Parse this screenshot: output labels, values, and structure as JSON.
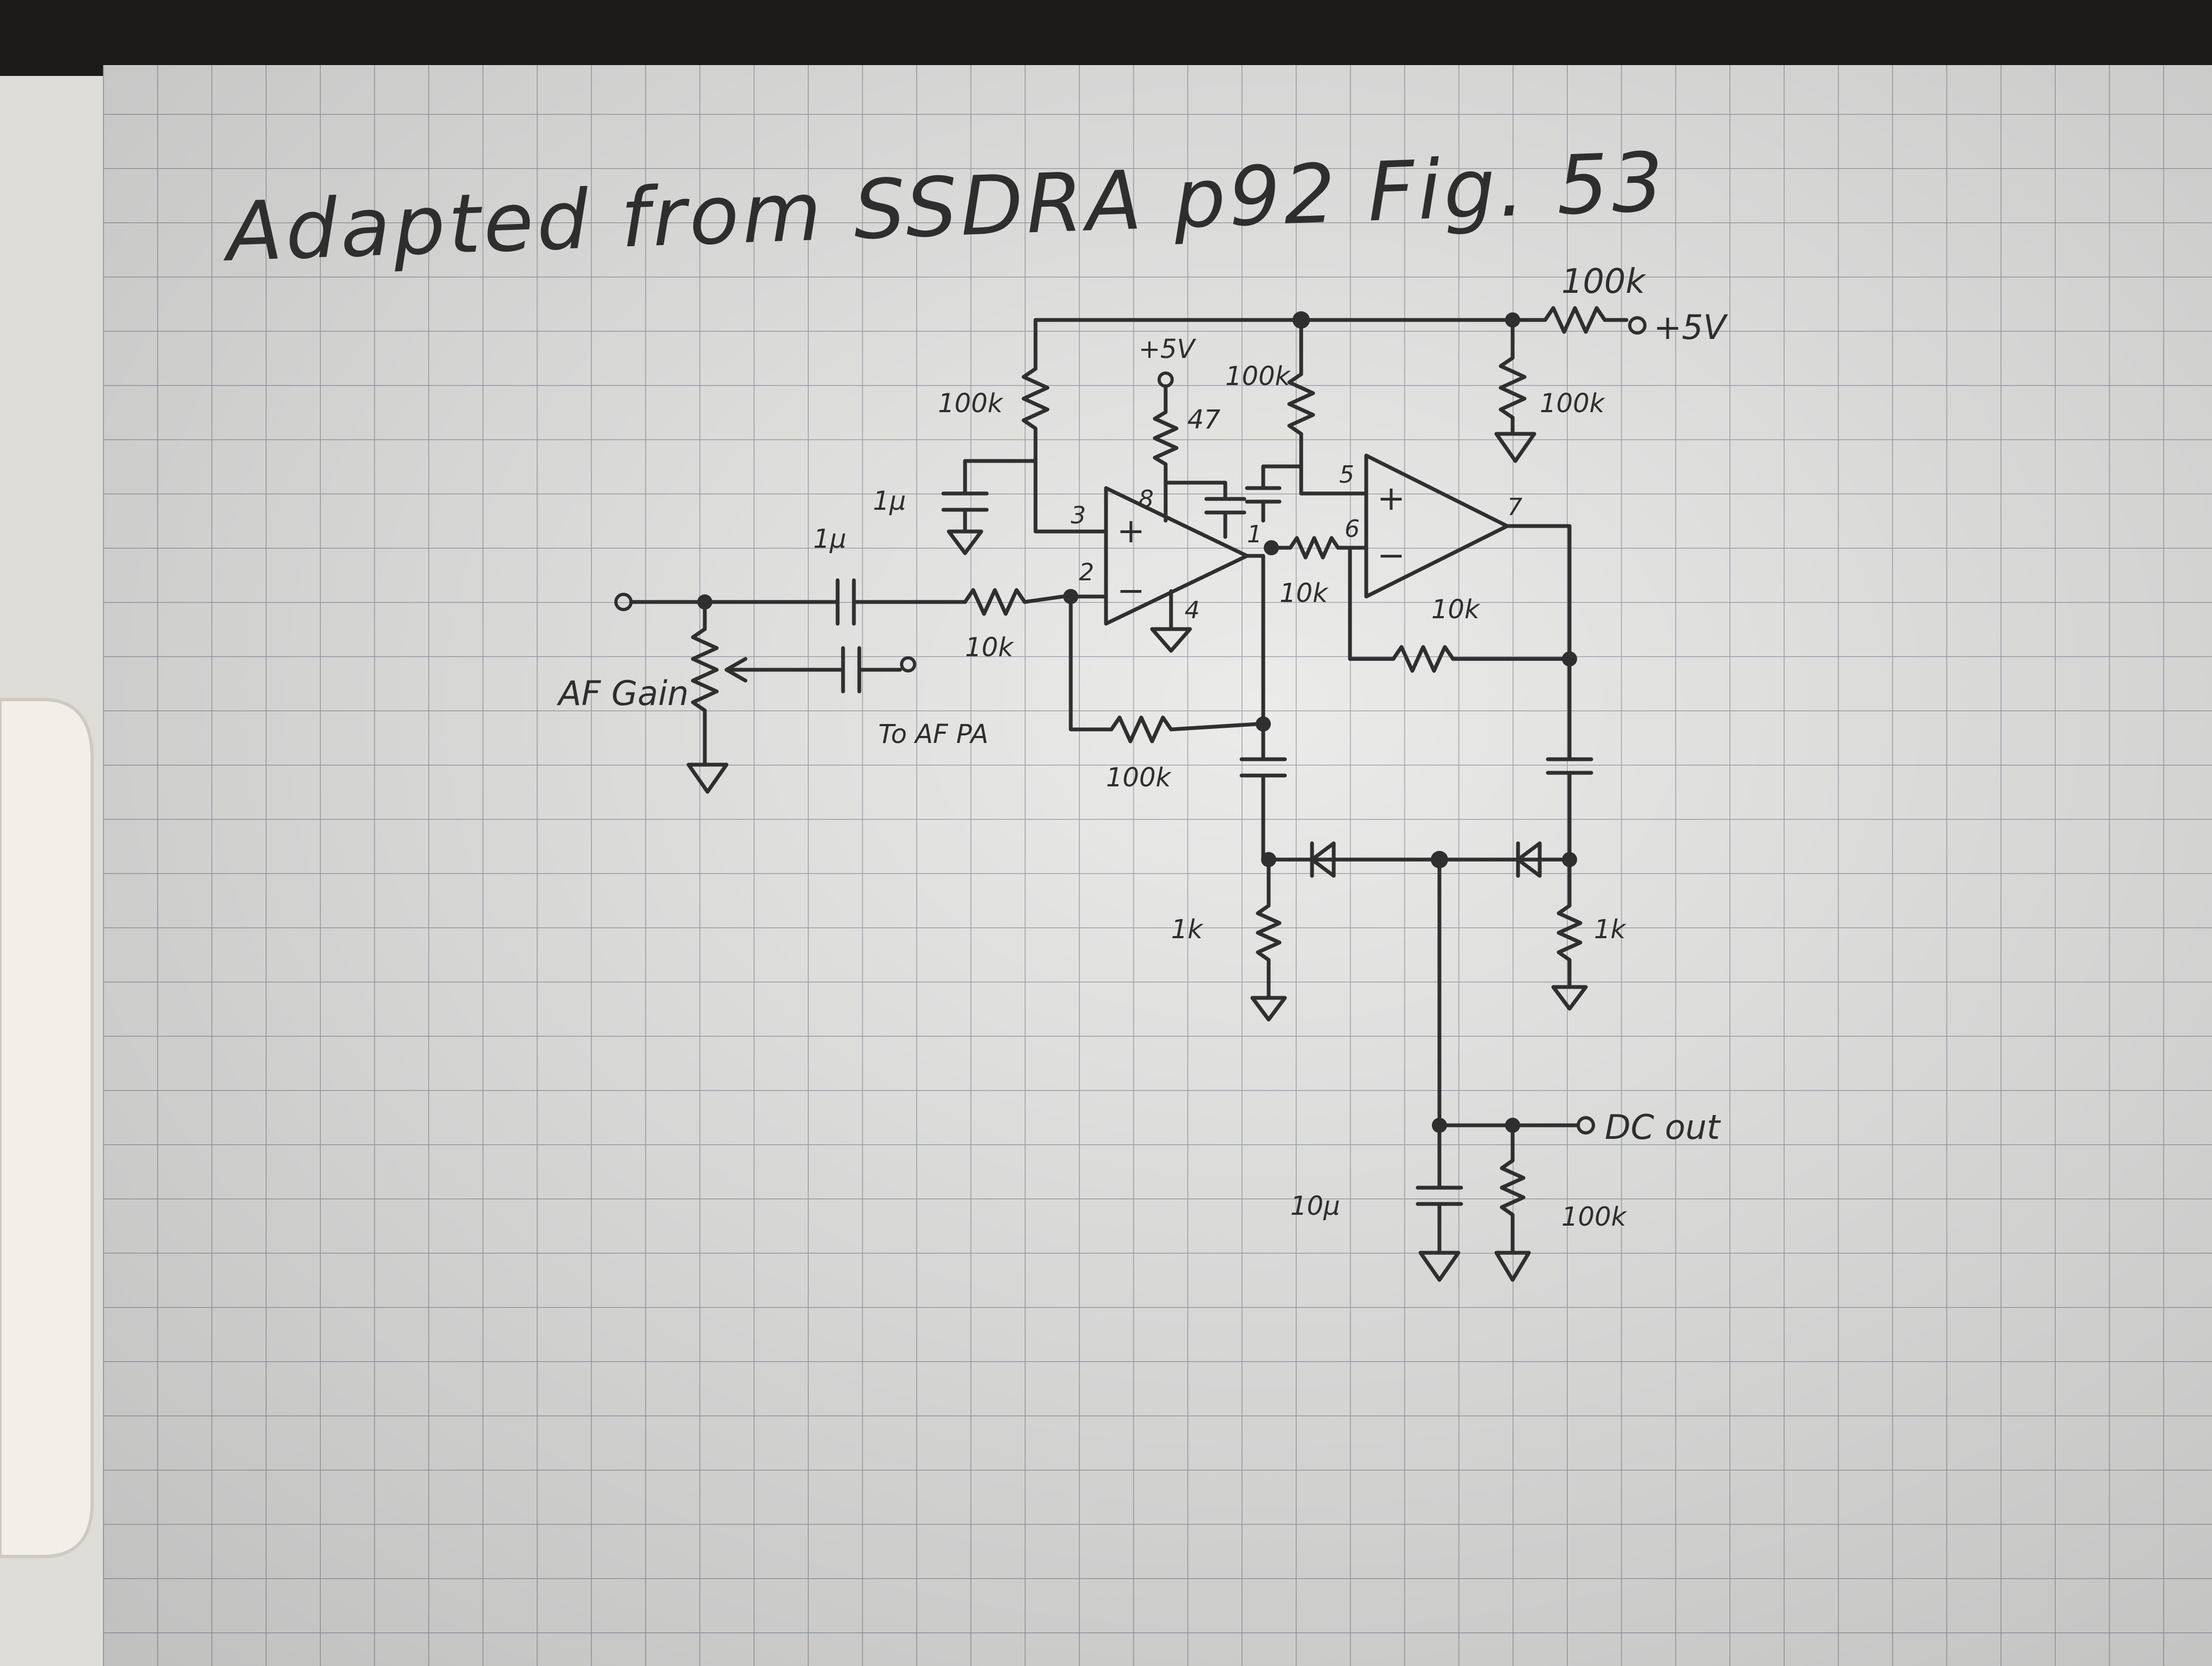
{
  "title": "Adapted from SSDRA p92 Fig. 53",
  "labels": {
    "r_bias_top": "100k",
    "r_bias_top2": "100k",
    "r_supply": "100k",
    "r_supply_shunt": "100k",
    "supply": "+5V",
    "supply_opamp": "+5V",
    "r_decouple": "47",
    "cap_bias": "1μ",
    "cap_input": "1μ",
    "r_input": "10k",
    "r_feedback1": "100k",
    "r_between": "10k",
    "r_feedback2": "10k",
    "r_det_left": "1k",
    "r_det_right": "1k",
    "cap_out": "10μ",
    "r_out": "100k",
    "dc_out": "DC out",
    "af_gain": "AF Gain",
    "to_af_pa": "To AF PA",
    "pin_2": "2",
    "pin_3": "3",
    "pin_8": "8",
    "pin_4": "4",
    "pin_1": "1",
    "pin_5": "5",
    "pin_6": "6",
    "pin_7": "7"
  },
  "colors": {
    "paper": "#e9e9e7",
    "grid": "#9ea3a8",
    "ink": "#2f2f2f",
    "background_top": "#1c1b1a",
    "background_left": "#efece6"
  }
}
